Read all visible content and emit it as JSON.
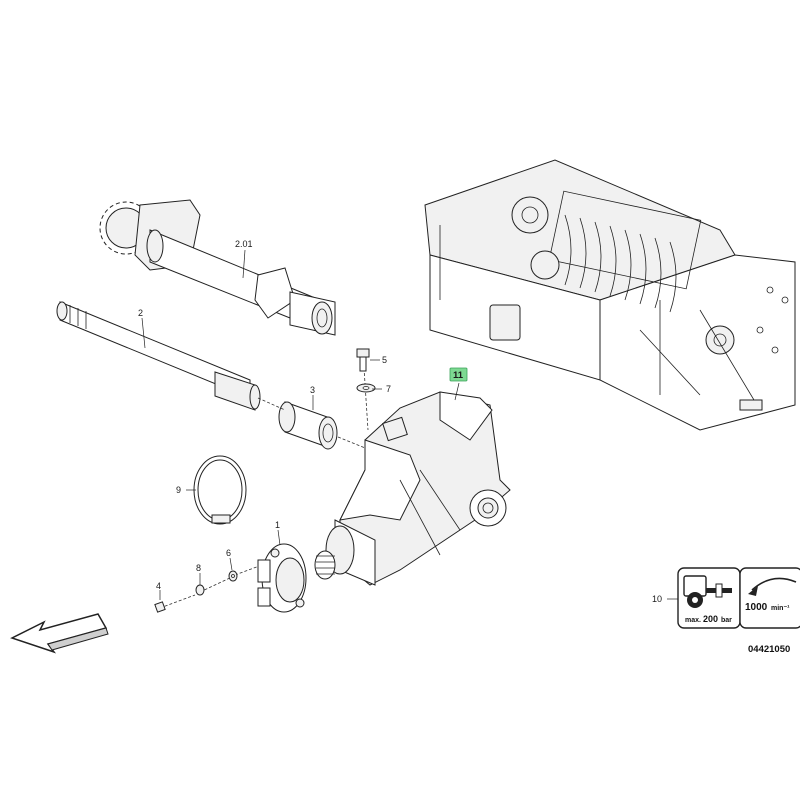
{
  "callouts": {
    "c1": "1",
    "c2": "2",
    "c2_01": "2.01",
    "c3": "3",
    "c4": "4",
    "c5": "5",
    "c6": "6",
    "c7": "7",
    "c8": "8",
    "c9": "9",
    "c10": "10",
    "c11": "11"
  },
  "highlight_color": "#7dd992",
  "info_box": {
    "pressure_prefix": "max.",
    "pressure_value": "200",
    "pressure_unit": "bar",
    "speed_value": "1000",
    "speed_unit": "min⁻¹"
  },
  "drawing_number": "04421050",
  "icons": {
    "direction_arrow": "direction-arrow-icon",
    "tractor_pto": "tractor-pto-icon",
    "rotation": "rotation-arrow-icon"
  }
}
